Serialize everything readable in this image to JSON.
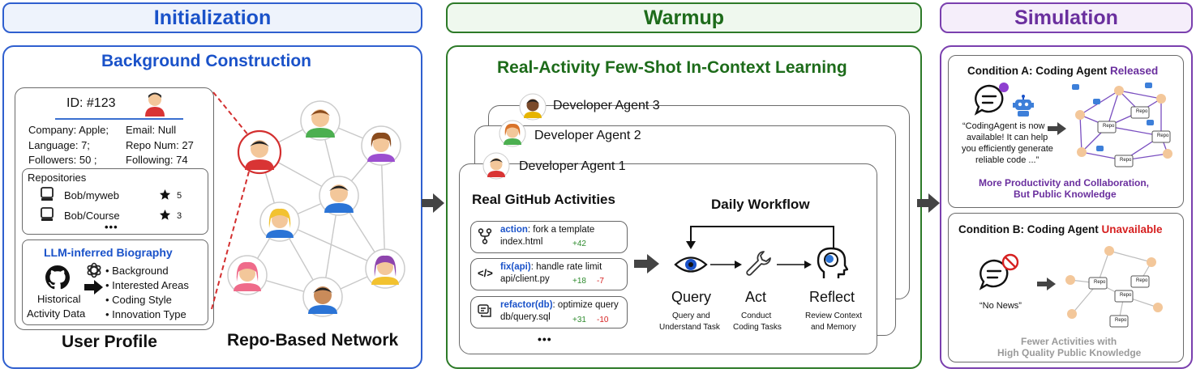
{
  "sections": {
    "initialization": "Initialization",
    "warmup": "Warmup",
    "simulation": "Simulation"
  },
  "init": {
    "title": "Background Construction",
    "profile": {
      "id": "ID: #123",
      "company": "Company: Apple;",
      "email": "Email:  Null",
      "language": "Language: 7;",
      "repo_num": "Repo Num: 27",
      "followers": "Followers: 50 ;",
      "following": "Following:  74",
      "repos_title": "Repositories",
      "repos": [
        {
          "name": "Bob/myweb",
          "stars": "5"
        },
        {
          "name": "Bob/Course",
          "stars": "3"
        }
      ],
      "ellipsis": "•••",
      "bio_title": "LLM-inferred Biography",
      "history_1": "Historical",
      "history_2": "Activity Data",
      "bio_items": [
        "Background",
        "Interested Areas",
        "Coding Style",
        "Innovation Type"
      ],
      "caption": "User Profile"
    },
    "network_caption": "Repo-Based Network"
  },
  "warmup": {
    "title": "Real-Activity Few-Shot In-Context Learning",
    "agents": [
      "Developer Agent 3",
      "Developer Agent 2",
      "Developer Agent 1"
    ],
    "activities_title": "Real GitHub Activities",
    "activities": [
      {
        "kind": "action",
        "msg": ": fork a template",
        "file": "index.html",
        "add": "+42",
        "del": ""
      },
      {
        "kind": "fix(api)",
        "msg": ": handle rate limit",
        "file": "api/client.py",
        "add": "+18",
        "del": "-7"
      },
      {
        "kind": "refactor(db)",
        "msg": ": optimize query",
        "file": "db/query.sql",
        "add": "+31",
        "del": "-10"
      }
    ],
    "activities_more": "•••",
    "workflow_title": "Daily Workflow",
    "steps": [
      {
        "label": "Query",
        "sub1": "Query and",
        "sub2": "Understand Task"
      },
      {
        "label": "Act",
        "sub1": "Conduct",
        "sub2": "Coding Tasks"
      },
      {
        "label": "Reflect",
        "sub1": "Review Context",
        "sub2": "and Memory"
      }
    ]
  },
  "simulation": {
    "a": {
      "title_prefix": "Condition A: Coding Agent ",
      "title_status": "Released",
      "quote": [
        "“CodingAgent is now",
        "available! It can help",
        "you efficiently  generate",
        "reliable code ...”"
      ],
      "caption1": "More Productivity and Collaboration,",
      "caption2": "But Public Knowledge"
    },
    "b": {
      "title_prefix": "Condition B: Coding Agent ",
      "title_status": "Unavailable",
      "quote": "“No News”",
      "caption1": "Fewer Activities with",
      "caption2": "High Quality Public Knowledge"
    },
    "repo_label": "Repo"
  },
  "colors": {
    "blue": "#1a52c9",
    "green": "#1d6b1a",
    "purple": "#6a2f9e",
    "red": "#d62020",
    "gray_caption": "#9a9a9a"
  }
}
